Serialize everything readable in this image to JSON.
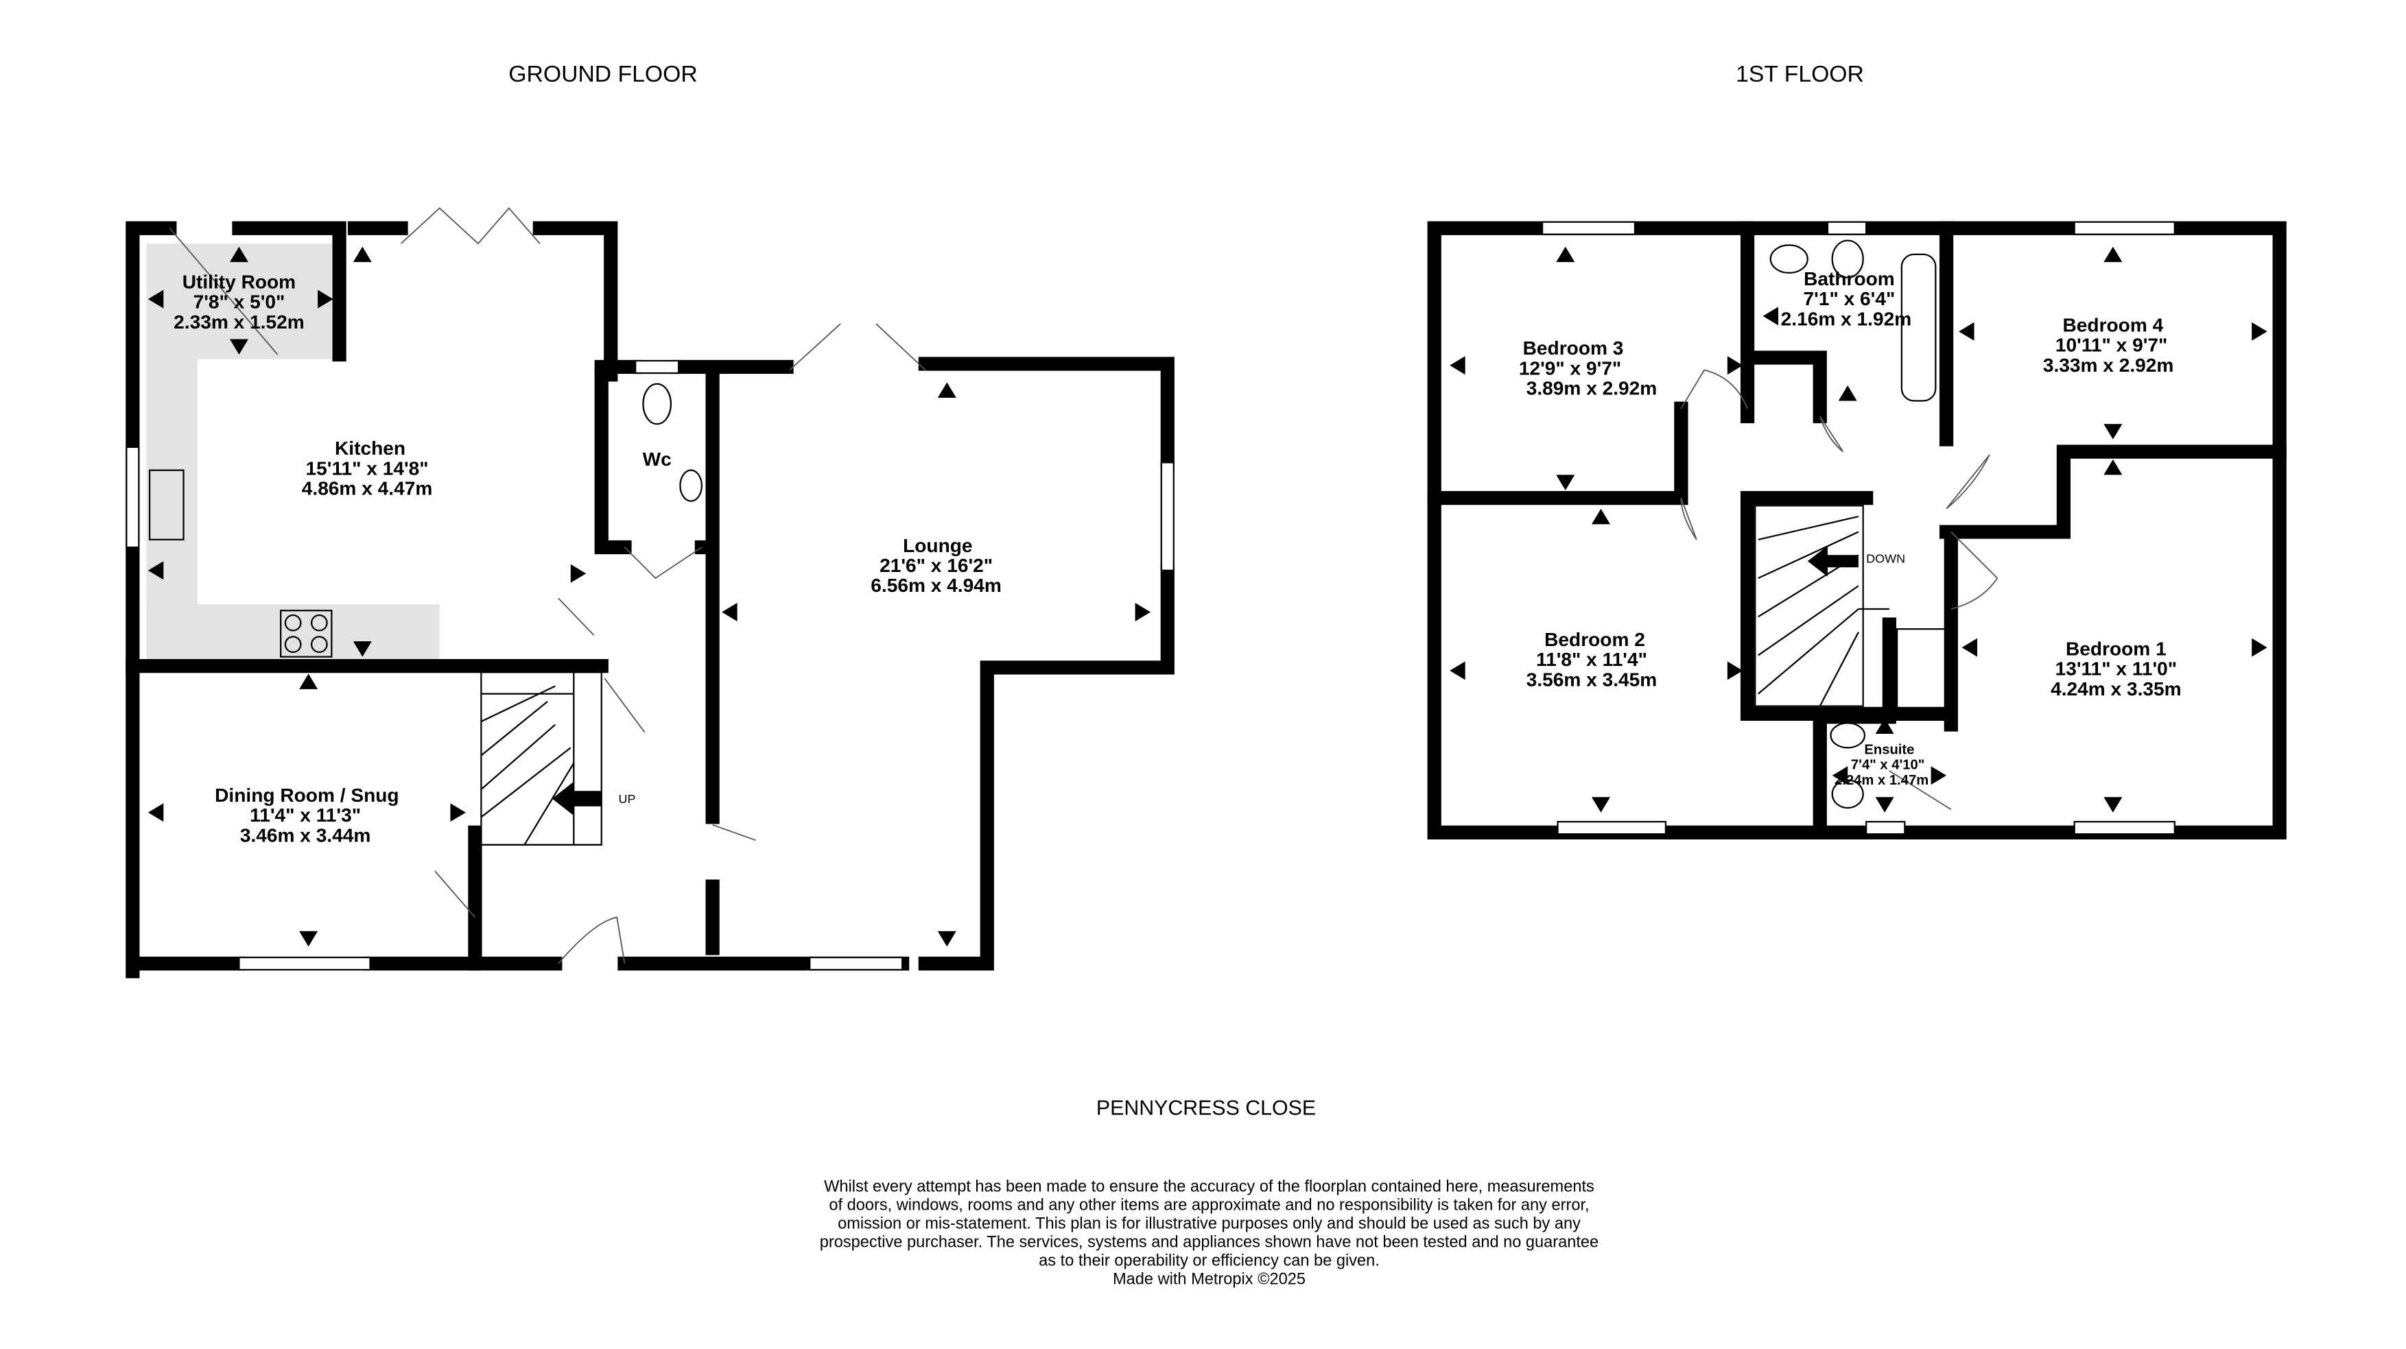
{
  "ground_floor": {
    "title": "GROUND FLOOR",
    "rooms": [
      {
        "name": "Utility Room",
        "imperial": "7'8\"  x 5'0\"",
        "metric": "2.33m  x 1.52m"
      },
      {
        "name": "Kitchen",
        "imperial": "15'11\"  x 14'8\"",
        "metric": "4.86m  x 4.47m"
      },
      {
        "name": "Wc"
      },
      {
        "name": "Lounge",
        "imperial": "21'6\"  x 16'2\"",
        "metric": "6.56m  x 4.94m"
      },
      {
        "name": "Dining Room / Snug",
        "imperial": "11'4\"  x 11'3\"",
        "metric": "3.46m  x 3.44m"
      }
    ],
    "stairs_label": "UP"
  },
  "first_floor": {
    "title": "1ST FLOOR",
    "rooms": [
      {
        "name": "Bedroom 3",
        "imperial": "12'9\"  x 9'7\"",
        "metric": "3.89m  x 2.92m"
      },
      {
        "name": "Bathroom",
        "imperial": "7'1\"  x 6'4\"",
        "metric": "2.16m  x 1.92m"
      },
      {
        "name": "Bedroom 4",
        "imperial": "10'11\"  x 9'7\"",
        "metric": "3.33m  x 2.92m"
      },
      {
        "name": "Bedroom 2",
        "imperial": "11'8\"  x 11'4\"",
        "metric": "3.56m  x 3.45m"
      },
      {
        "name": "Bedroom 1",
        "imperial": "13'11\"  x 11'0\"",
        "metric": "4.24m  x 3.35m"
      },
      {
        "name": "Ensuite",
        "imperial": "7'4\"  x 4'10\"",
        "metric": "2.24m  x 1.47m"
      }
    ],
    "stairs_label": "DOWN"
  },
  "address": "PENNYCRESS CLOSE",
  "disclaimer": [
    "Whilst every attempt has been made to ensure the accuracy of the floorplan contained here, measurements",
    "of doors, windows, rooms and any other items are approximate and no responsibility is taken for any error,",
    "omission or mis-statement. This plan is for illustrative purposes only and should be used as such by any",
    "prospective purchaser. The services, systems and appliances shown have not been tested and no guarantee",
    "as to their operability or efficiency can be given.",
    "Made with Metropix ©2025"
  ]
}
